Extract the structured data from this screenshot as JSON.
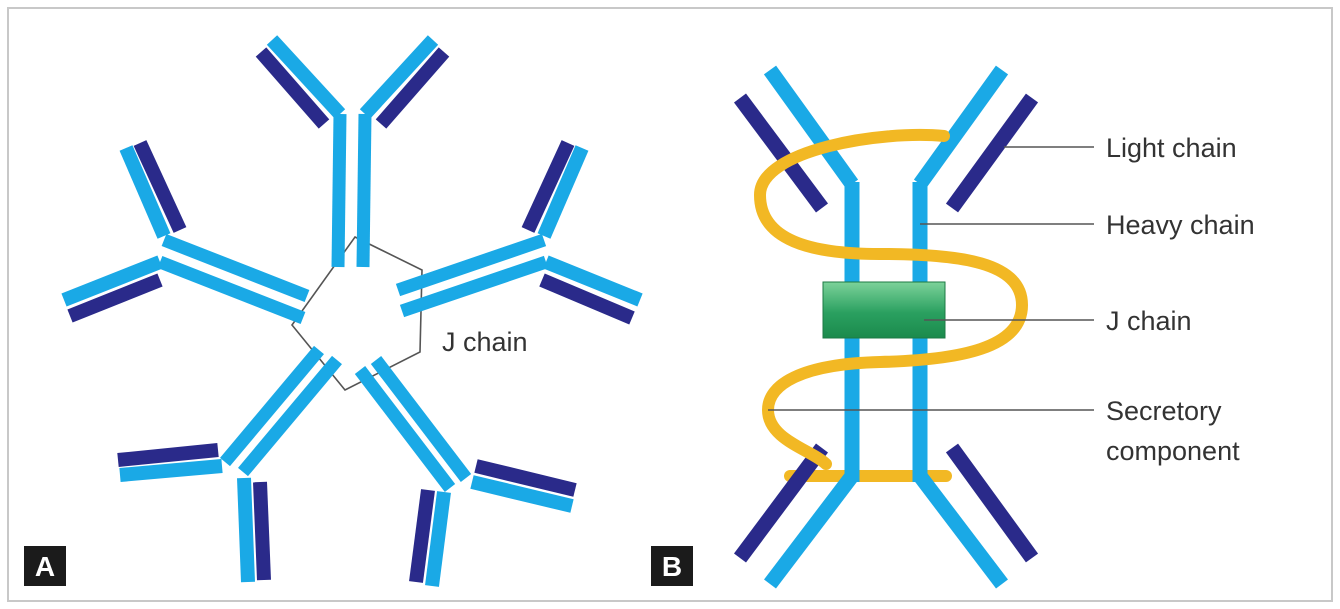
{
  "colors": {
    "heavy_chain": "#1aa9e6",
    "light_chain": "#2a2a8a",
    "j_chain": "#2aa060",
    "secretory_component": "#f2b824",
    "frame": "#c8c8c8",
    "label_text": "#333333",
    "badge_bg": "#1b1b1b"
  },
  "panel_a": {
    "badge": "A",
    "j_chain_label": "J chain"
  },
  "panel_b": {
    "badge": "B",
    "labels": {
      "light_chain": "Light chain",
      "heavy_chain": "Heavy chain",
      "j_chain": "J chain",
      "secretory_line1": "Secretory",
      "secretory_line2": "component"
    }
  }
}
